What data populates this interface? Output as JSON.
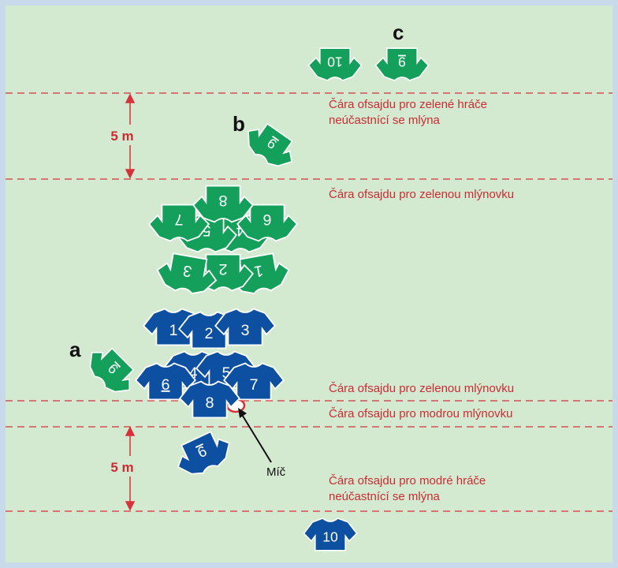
{
  "colors": {
    "border": "#c8daea",
    "field": "#d3ead0",
    "line": "#d7323a",
    "text_red": "#cc2b34",
    "green": "#14a05a",
    "green_dark": "#0c6b3c",
    "blue": "#0d4fa0",
    "blue_dark": "#083468",
    "ball": "#d7323a"
  },
  "labels": {
    "offside_green_nonparticipants": [
      "Čára ofsajdu pro zelené hráče",
      "neúčastnící se mlýna"
    ],
    "offside_green_scrum_top": "Čára ofsajdu pro zelenou mlýnovku",
    "offside_green_scrum_bottom": "Čára ofsajdu pro zelenou mlýnovku",
    "offside_blue_scrum": "Čára ofsajdu pro modrou mlýnovku",
    "offside_blue_nonparticipants": [
      "Čára ofsajdu pro modré hráče",
      "neúčastnící se mlýna"
    ],
    "distance_top": "5 m",
    "distance_bottom": "5 m",
    "ball": "Míč",
    "marker_a": "a",
    "marker_b": "b",
    "marker_c": "c"
  },
  "green_players": [
    {
      "number": "1",
      "id": "green-1"
    },
    {
      "number": "2",
      "id": "green-2"
    },
    {
      "number": "3",
      "id": "green-3"
    },
    {
      "number": "4",
      "id": "green-4"
    },
    {
      "number": "5",
      "id": "green-5"
    },
    {
      "number": "6",
      "id": "green-6"
    },
    {
      "number": "7",
      "id": "green-7"
    },
    {
      "number": "8",
      "id": "green-8"
    },
    {
      "number": "9",
      "id": "green-9-a",
      "underline": true
    },
    {
      "number": "9",
      "id": "green-9-b",
      "underline": true
    },
    {
      "number": "9",
      "id": "green-9-c",
      "underline": true
    },
    {
      "number": "10",
      "id": "green-10"
    }
  ],
  "blue_players": [
    {
      "number": "1",
      "id": "blue-1"
    },
    {
      "number": "2",
      "id": "blue-2"
    },
    {
      "number": "3",
      "id": "blue-3"
    },
    {
      "number": "4",
      "id": "blue-4"
    },
    {
      "number": "5",
      "id": "blue-5"
    },
    {
      "number": "6",
      "id": "blue-6",
      "underline": true
    },
    {
      "number": "7",
      "id": "blue-7"
    },
    {
      "number": "8",
      "id": "blue-8"
    },
    {
      "number": "9",
      "id": "blue-9",
      "underline": true
    },
    {
      "number": "10",
      "id": "blue-10"
    }
  ]
}
